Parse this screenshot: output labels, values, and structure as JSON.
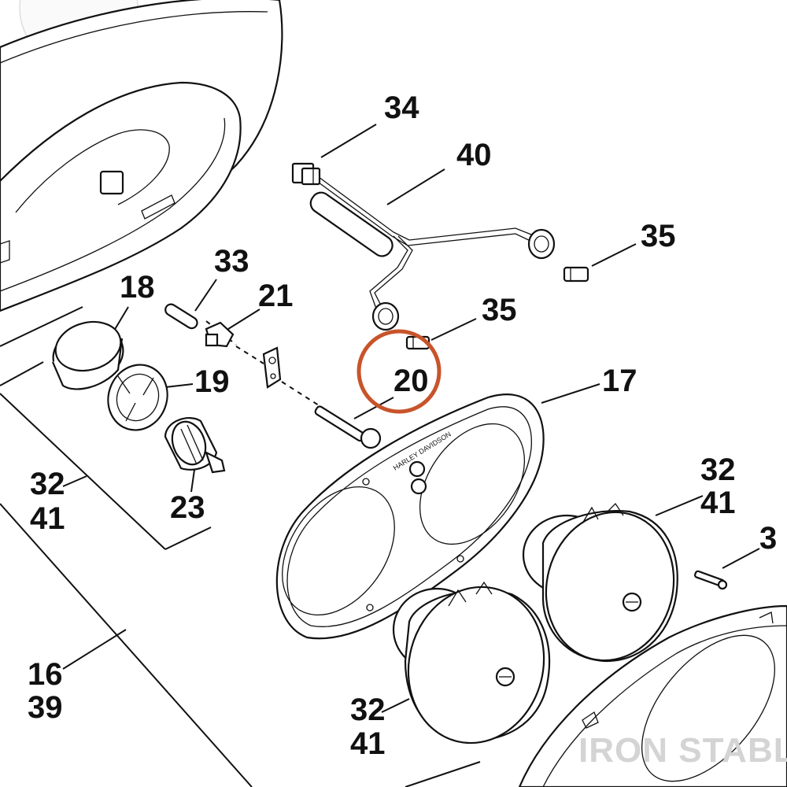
{
  "diagram": {
    "callouts": [
      {
        "id": "c34",
        "text": "34"
      },
      {
        "id": "c40",
        "text": "40"
      },
      {
        "id": "c35a",
        "text": "35"
      },
      {
        "id": "c35b",
        "text": "35"
      },
      {
        "id": "c33",
        "text": "33"
      },
      {
        "id": "c21",
        "text": "21"
      },
      {
        "id": "c18",
        "text": "18"
      },
      {
        "id": "c19",
        "text": "19"
      },
      {
        "id": "c20",
        "text": "20"
      },
      {
        "id": "c17",
        "text": "17"
      },
      {
        "id": "c23",
        "text": "23"
      },
      {
        "id": "c3",
        "text": "3"
      }
    ],
    "stacked_callouts": [
      {
        "id": "s3241a",
        "lines": [
          "32",
          "41"
        ]
      },
      {
        "id": "s3241b",
        "lines": [
          "32",
          "41"
        ]
      },
      {
        "id": "s3241c",
        "lines": [
          "32",
          "41"
        ]
      },
      {
        "id": "s1639",
        "lines": [
          "16",
          "39"
        ]
      }
    ],
    "highlight": {
      "target": "20",
      "color": "#c8542b"
    },
    "bezel_brand_text": "HARLEY DAVIDSON",
    "watermark": "IRON STABLE"
  }
}
